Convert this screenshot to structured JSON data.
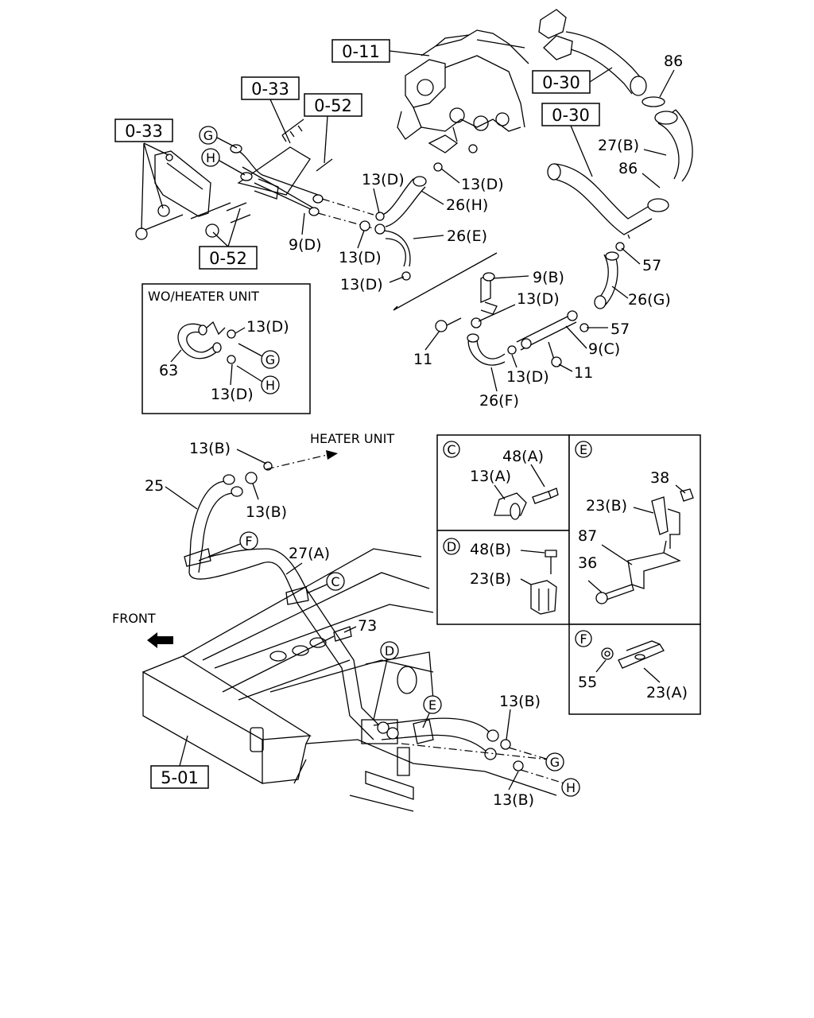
{
  "ref_boxes": [
    "0-11",
    "0-33",
    "0-52",
    "0-33",
    "0-30",
    "0-30",
    "0-52",
    "5-01"
  ],
  "letters": {
    "C": "C",
    "D": "D",
    "E": "E",
    "F": "F",
    "G": "G",
    "H": "H"
  },
  "parts": {
    "p86a": "86",
    "p86b": "86",
    "p27b": "27(B)",
    "p57a": "57",
    "p57b": "57",
    "p26g": "26(G)",
    "p9b": "9(B)",
    "p13d_1": "13(D)",
    "p13d_2": "13(D)",
    "p13d_3": "13(D)",
    "p13d_4": "13(D)",
    "p13d_5": "13(D)",
    "p13d_6": "13(D)",
    "p26h": "26(H)",
    "p26e": "26(E)",
    "p9d": "9(D)",
    "p11a": "11",
    "p11b": "11",
    "p9c": "9(C)",
    "p26f": "26(F)",
    "p13b_1": "13(B)",
    "p13b_2": "13(B)",
    "p13b_3": "13(B)",
    "p13b_4": "13(B)",
    "p25": "25",
    "p27a": "27(A)",
    "p73": "73",
    "p48a": "48(A)",
    "p13a": "13(A)",
    "p48b": "48(B)",
    "p23b_1": "23(B)",
    "p23b_2": "23(B)",
    "p38": "38",
    "p87": "87",
    "p36": "36",
    "p55": "55",
    "p23a": "23(A)"
  },
  "wo_heater": {
    "title": "WO/HEATER UNIT",
    "p13d_a": "13(D)",
    "p13d_b": "13(D)",
    "p63": "63"
  },
  "heater_unit": "HEATER UNIT",
  "front": "FRONT"
}
